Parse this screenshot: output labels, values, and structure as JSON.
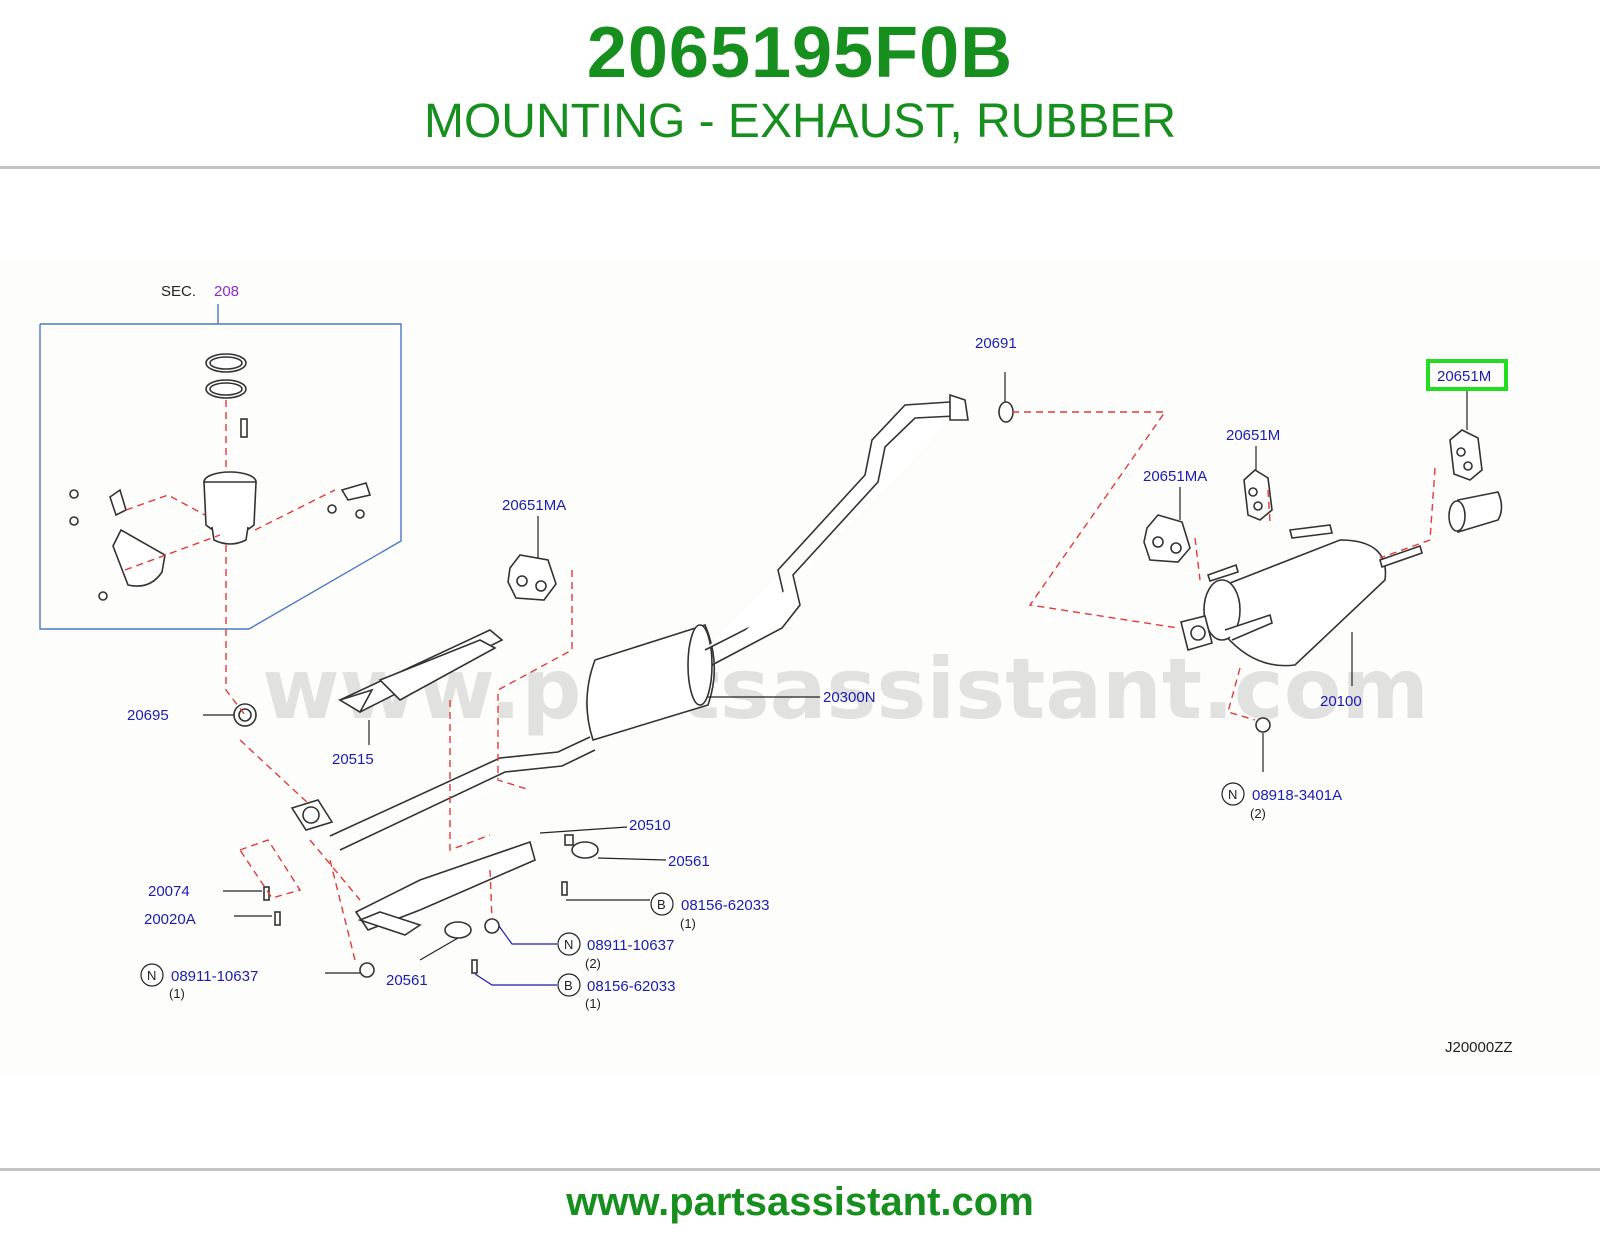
{
  "header": {
    "part_number": "2065195F0B",
    "title": "MOUNTING - EXHAUST, RUBBER"
  },
  "diagram": {
    "watermark": "www.partsassistant.com",
    "section_ref": {
      "prefix": "SEC.",
      "number": "208"
    },
    "labels": {
      "p20691": "20691",
      "p20651M_highlighted": "20651M",
      "p20651M": "20651M",
      "p20651MA_right": "20651MA",
      "p20651MA_left": "20651MA",
      "p20300N": "20300N",
      "p20100": "20100",
      "p20515": "20515",
      "p20695": "20695",
      "p20510": "20510",
      "p20561_upper": "20561",
      "p20561_lower": "20561",
      "p20074": "20074",
      "p20020A": "20020A",
      "nut_right": "08918-3401A",
      "nut_right_qty": "(2)",
      "bolt_upper": "08156-62033",
      "bolt_upper_qty": "(1)",
      "nut_mid": "08911-10637",
      "nut_mid_qty": "(2)",
      "bolt_lower": "08156-62033",
      "bolt_lower_qty": "(1)",
      "nut_left": "08911-10637",
      "nut_left_qty": "(1)",
      "badge_n": "N",
      "badge_b": "B"
    },
    "diagram_code": "J20000ZZ",
    "highlight_color": "#22dd22"
  },
  "footer": {
    "url": "www.partsassistant.com"
  }
}
